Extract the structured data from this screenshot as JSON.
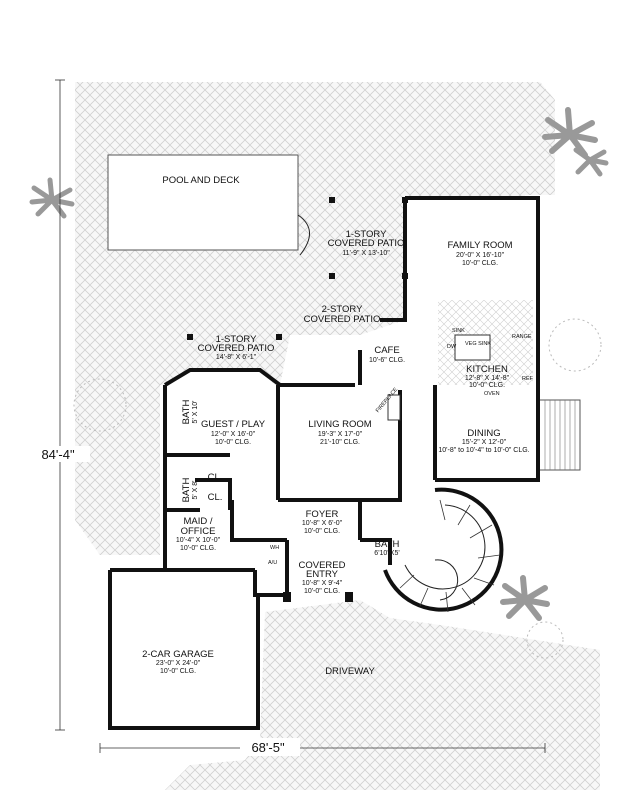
{
  "dimensions": {
    "depth": "84'-4\"",
    "width": "68'-5\""
  },
  "rooms": [
    {
      "key": "pool",
      "name_lines": [
        "POOL AND DECK"
      ],
      "dims": []
    },
    {
      "key": "patio_right",
      "name_lines": [
        "1-STORY",
        "COVERED PATIO"
      ],
      "dims": [
        "11'-9\" X 13'-10\""
      ]
    },
    {
      "key": "family",
      "name_lines": [
        "FAMILY ROOM"
      ],
      "dims": [
        "20'-0\" X 16'-10\"",
        "10'-0\" CLG."
      ]
    },
    {
      "key": "patio_2story",
      "name_lines": [
        "2-STORY",
        "COVERED PATIO"
      ],
      "dims": []
    },
    {
      "key": "patio_left",
      "name_lines": [
        "1-STORY",
        "COVERED PATIO"
      ],
      "dims": [
        "14'-8\" X 6'-1\""
      ]
    },
    {
      "key": "cafe",
      "name_lines": [
        "CAFE"
      ],
      "dims": [
        "10'-6\" CLG."
      ]
    },
    {
      "key": "kitchen",
      "name_lines": [
        "KITCHEN"
      ],
      "dims": [
        "12'-8\" X 14'-8\"",
        "10'-0\" CLG."
      ]
    },
    {
      "key": "guest",
      "name_lines": [
        "GUEST / PLAY"
      ],
      "dims": [
        "12'-0\" X 16'-0\"",
        "10'-0\" CLG."
      ]
    },
    {
      "key": "living",
      "name_lines": [
        "LIVING ROOM"
      ],
      "dims": [
        "19'-3\" X 17'-0\"",
        "21'-10\" CLG."
      ]
    },
    {
      "key": "dining",
      "name_lines": [
        "DINING"
      ],
      "dims": [
        "15'-2\" X 12'-0\"",
        "10'-8\" to 10'-4\" to 10'-0\" CLG."
      ]
    },
    {
      "key": "foyer",
      "name_lines": [
        "FOYER"
      ],
      "dims": [
        "10'-8\" X 6'-0\"",
        "10'-0\" CLG."
      ]
    },
    {
      "key": "maid",
      "name_lines": [
        "MAID /",
        "OFFICE"
      ],
      "dims": [
        "10'-4\" X 10'-0\"",
        "10'-0\" CLG."
      ]
    },
    {
      "key": "bath_small",
      "name_lines": [
        "BATH"
      ],
      "dims": [
        "6'10\"X5'"
      ]
    },
    {
      "key": "entry",
      "name_lines": [
        "COVERED",
        "ENTRY"
      ],
      "dims": [
        "10'-8\" X 9'-4\"",
        "10'-0\" CLG."
      ]
    },
    {
      "key": "garage",
      "name_lines": [
        "2-CAR GARAGE"
      ],
      "dims": [
        "23'-0\" X 24'-0\"",
        "10'-0\" CLG."
      ]
    },
    {
      "key": "driveway",
      "name_lines": [
        "DRIVEWAY"
      ],
      "dims": []
    }
  ],
  "closets": [
    "CL.",
    "CL."
  ],
  "baths_vertical": [
    {
      "name": "BATH",
      "dims": "5' X 10'"
    },
    {
      "name": "BATH",
      "dims": "5' X 8'"
    }
  ],
  "fixtures": [
    "FIREPLACE",
    "SINK",
    "VEG SINK",
    "DW",
    "RANGE",
    "REF",
    "OVEN",
    "WH",
    "A/U"
  ]
}
